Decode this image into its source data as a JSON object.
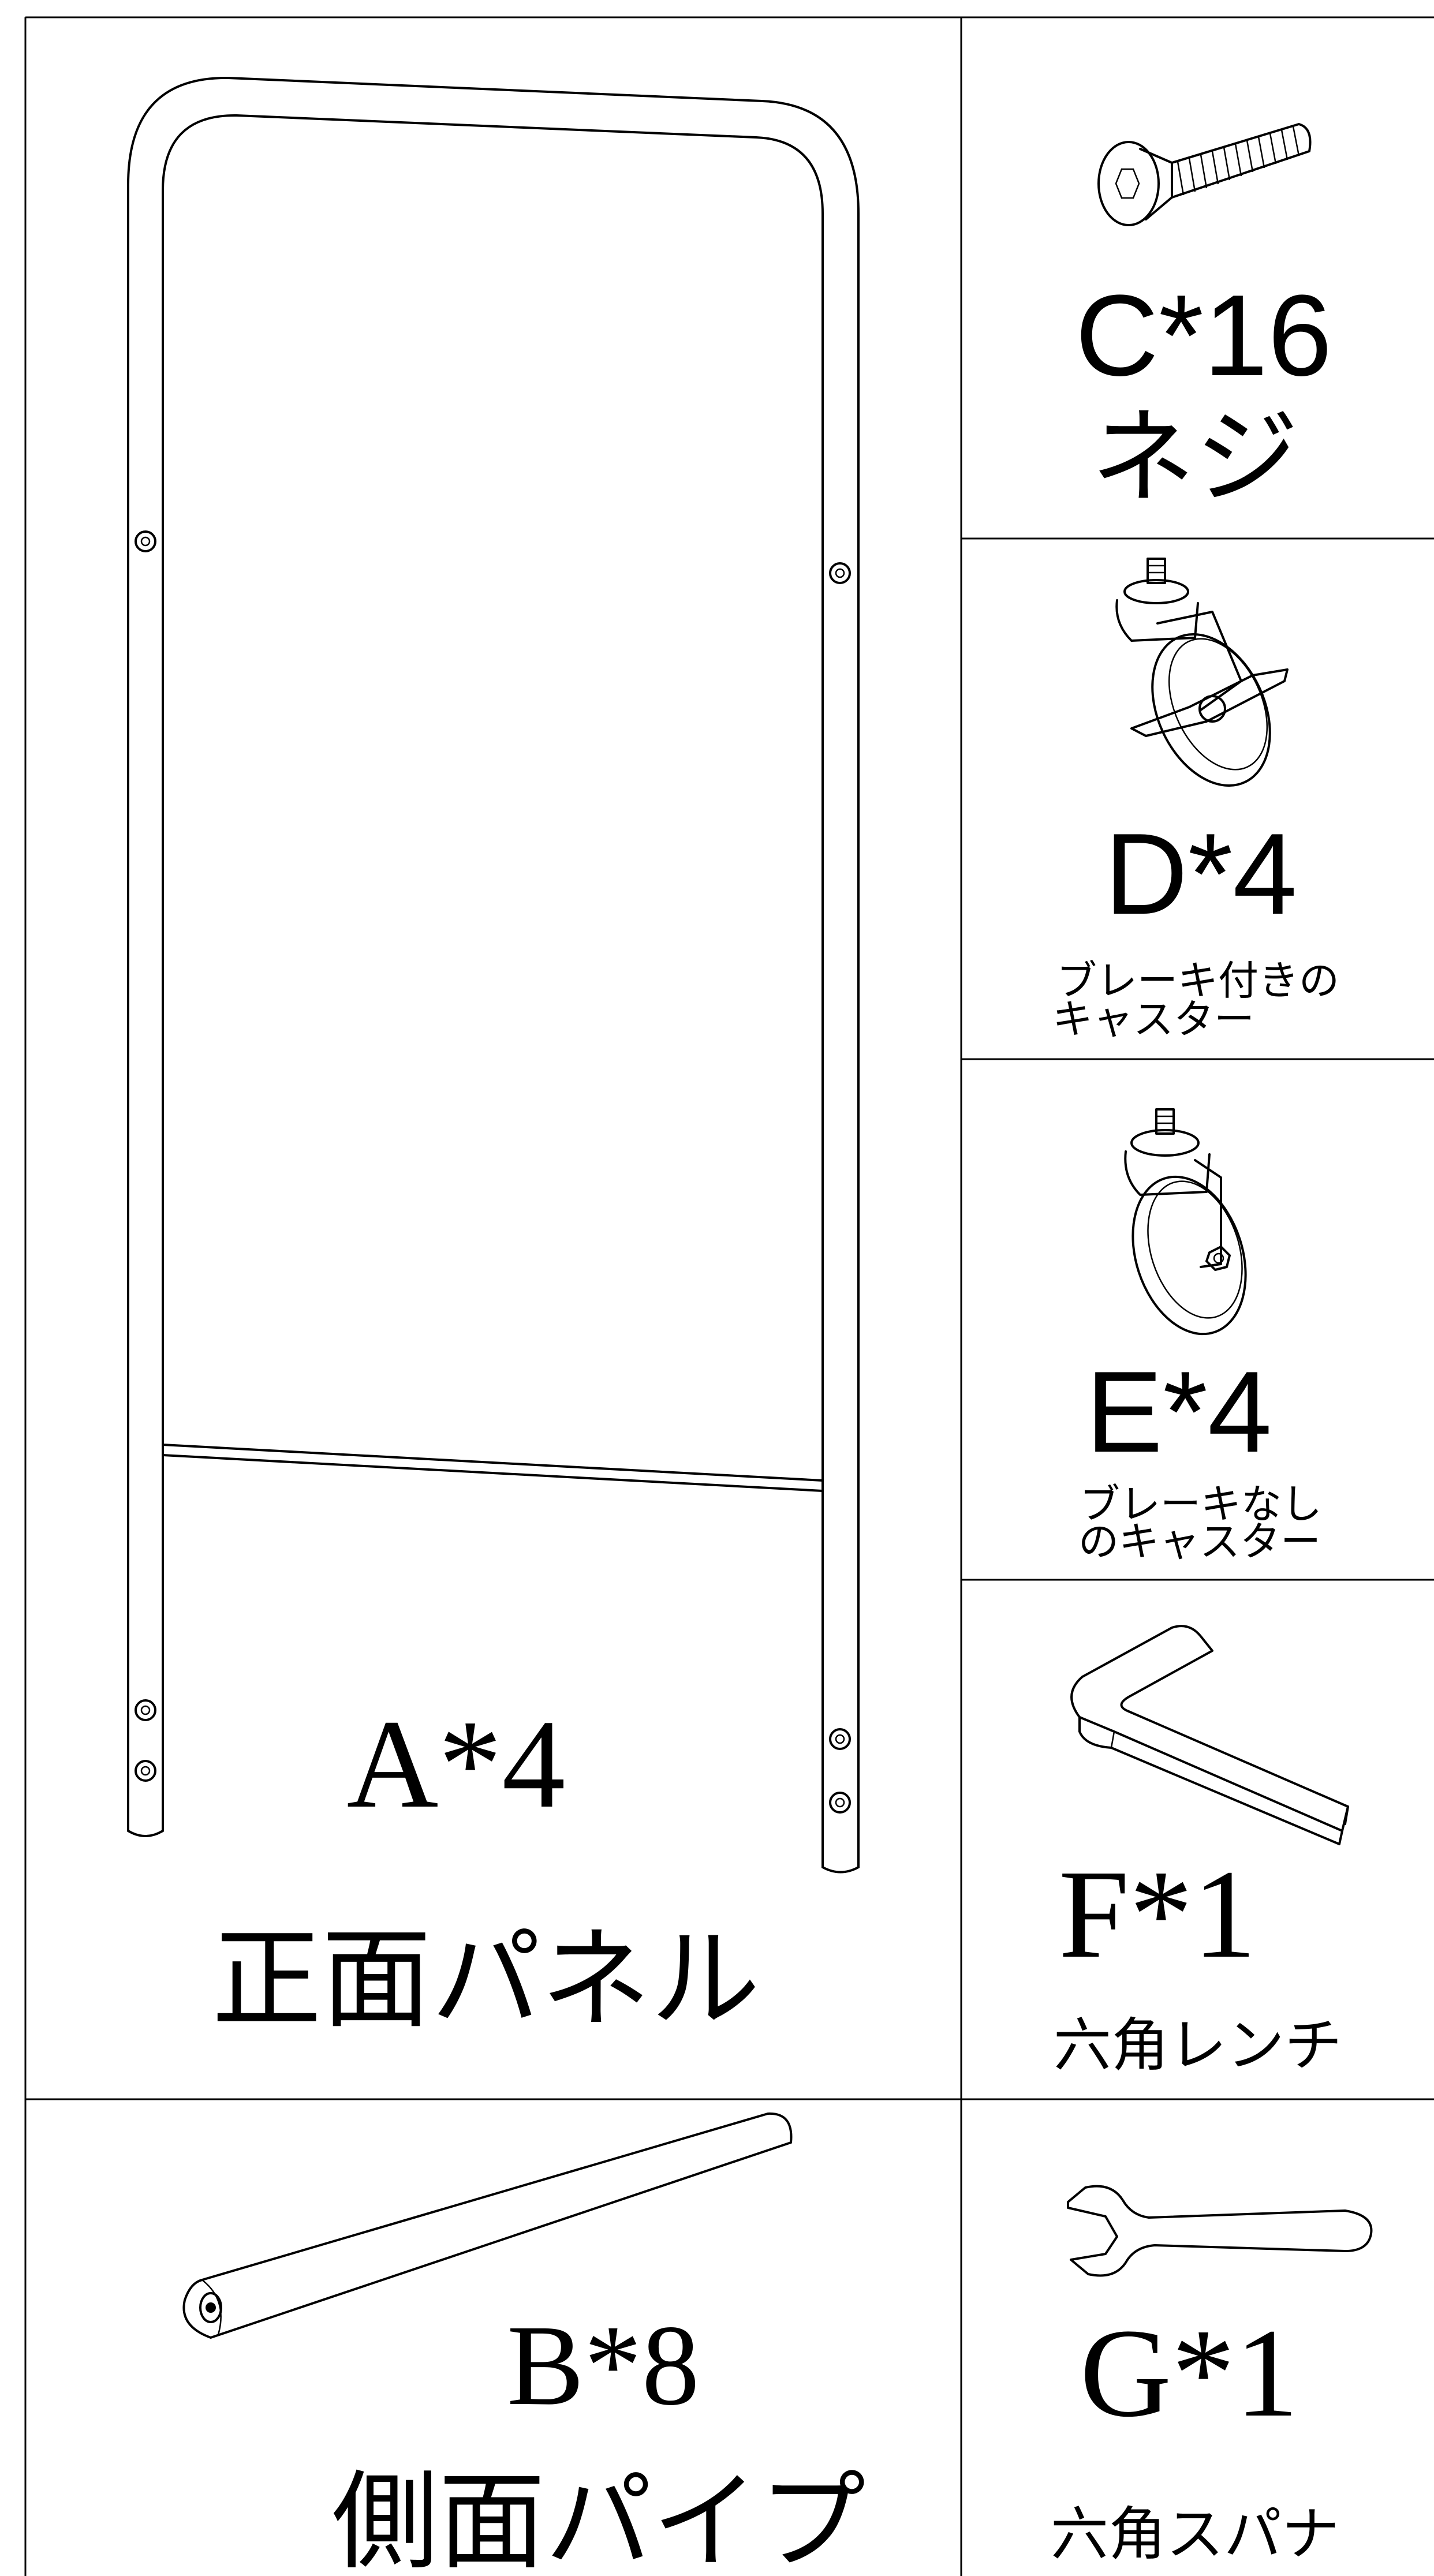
{
  "parts": {
    "a": {
      "code": "A*4",
      "name": "正面パネル"
    },
    "b": {
      "code": "B*8",
      "name": "側面パイプ"
    },
    "c": {
      "code": "C*16",
      "name": "ネジ"
    },
    "d": {
      "code": "D*4",
      "name_line1": "ブレーキ付きの",
      "name_line2": "キャスター"
    },
    "e": {
      "code": "E*4",
      "name_line1": "ブレーキなし",
      "name_line2": "のキャスター"
    },
    "f": {
      "code": "F*1",
      "name": "六角レンチ"
    },
    "g": {
      "code": "G*1",
      "name": "六角スパナ"
    }
  },
  "icons": {
    "a": "front-panel-frame-icon",
    "b": "side-pipe-icon",
    "c": "hex-socket-screw-icon",
    "d": "brake-caster-icon",
    "e": "caster-icon",
    "f": "hex-key-icon",
    "g": "wrench-icon"
  }
}
